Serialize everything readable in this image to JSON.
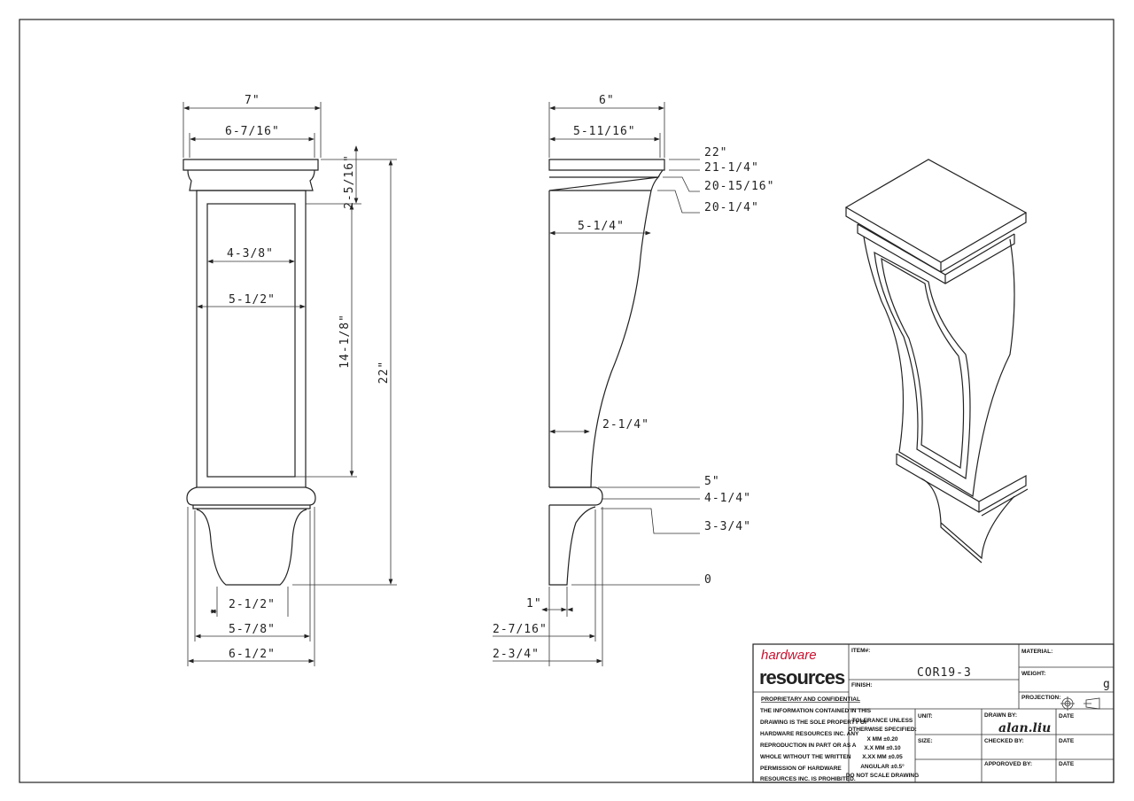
{
  "front_view": {
    "width_top": "7\"",
    "width_cap": "6-7/16\"",
    "height_total": "22\"",
    "cap_height": "2-5/16\"",
    "panel_height": "14-1/8\"",
    "panel_width": "4-3/8\"",
    "body_width": "5-1/2\"",
    "foot_bottom": "2-1/2\"",
    "foot_top": "5-7/8\"",
    "base_width": "6-1/2\""
  },
  "side_view": {
    "depth_top": "6\"",
    "depth_cap": "5-11/16\"",
    "depth_upper": "5-1/4\"",
    "depth_waist": "2-1/4\"",
    "foot_depth_bottom": "1\"",
    "foot_depth_top": "2-7/16\"",
    "base_depth": "2-3/4\"",
    "heights": [
      "22\"",
      "21-1/4\"",
      "20-15/16\"",
      "20-1/4\"",
      "5\"",
      "4-1/4\"",
      "3-3/4\"",
      "0"
    ]
  },
  "title_block": {
    "logo_top": "hardware",
    "logo_bottom": "resources",
    "proprietary_title": "PROPRIETARY AND CONFIDENTIAL",
    "proprietary_lines": [
      "THE INFORMATION CONTAINED IN THIS",
      "DRAWING IS THE SOLE PROPERTY OF",
      "HARDWARE RESOURCES INC.  ANY",
      "REPRODUCTION IN PART OR AS A",
      "WHOLE  WITHOUT THE WRITTEN",
      "PERMISSION OF HARDWARE",
      "RESOURCES INC. IS PROHIBITED."
    ],
    "item_label": "ITEM#:",
    "item_value": "COR19-3",
    "finish_label": "FINISH:",
    "material_label": "MATERIAL:",
    "weight_label": "WEIGHT:",
    "weight_value": "g",
    "projection_label": "PROJECTION:",
    "tolerance_lines": [
      "TOLERANCE UNLESS",
      "OTHERWISE SPECIFIED:",
      "X   MM   ±0.20",
      "X.X  MM   ±0.10",
      "X.XX  MM  ±0.05",
      "ANGULAR   ±0.5°",
      "DO NOT SCALE DRAWING"
    ],
    "unit_label": "UNIT:",
    "size_label": "SIZE:",
    "drawn_by_label": "DRAWN BY:",
    "drawn_by_value": "alan.liu",
    "checked_by_label": "CHECKED BY:",
    "approved_by_label": "APPOROVED BY:",
    "date_label": "DATE",
    "accent_color": "#c8102e"
  }
}
